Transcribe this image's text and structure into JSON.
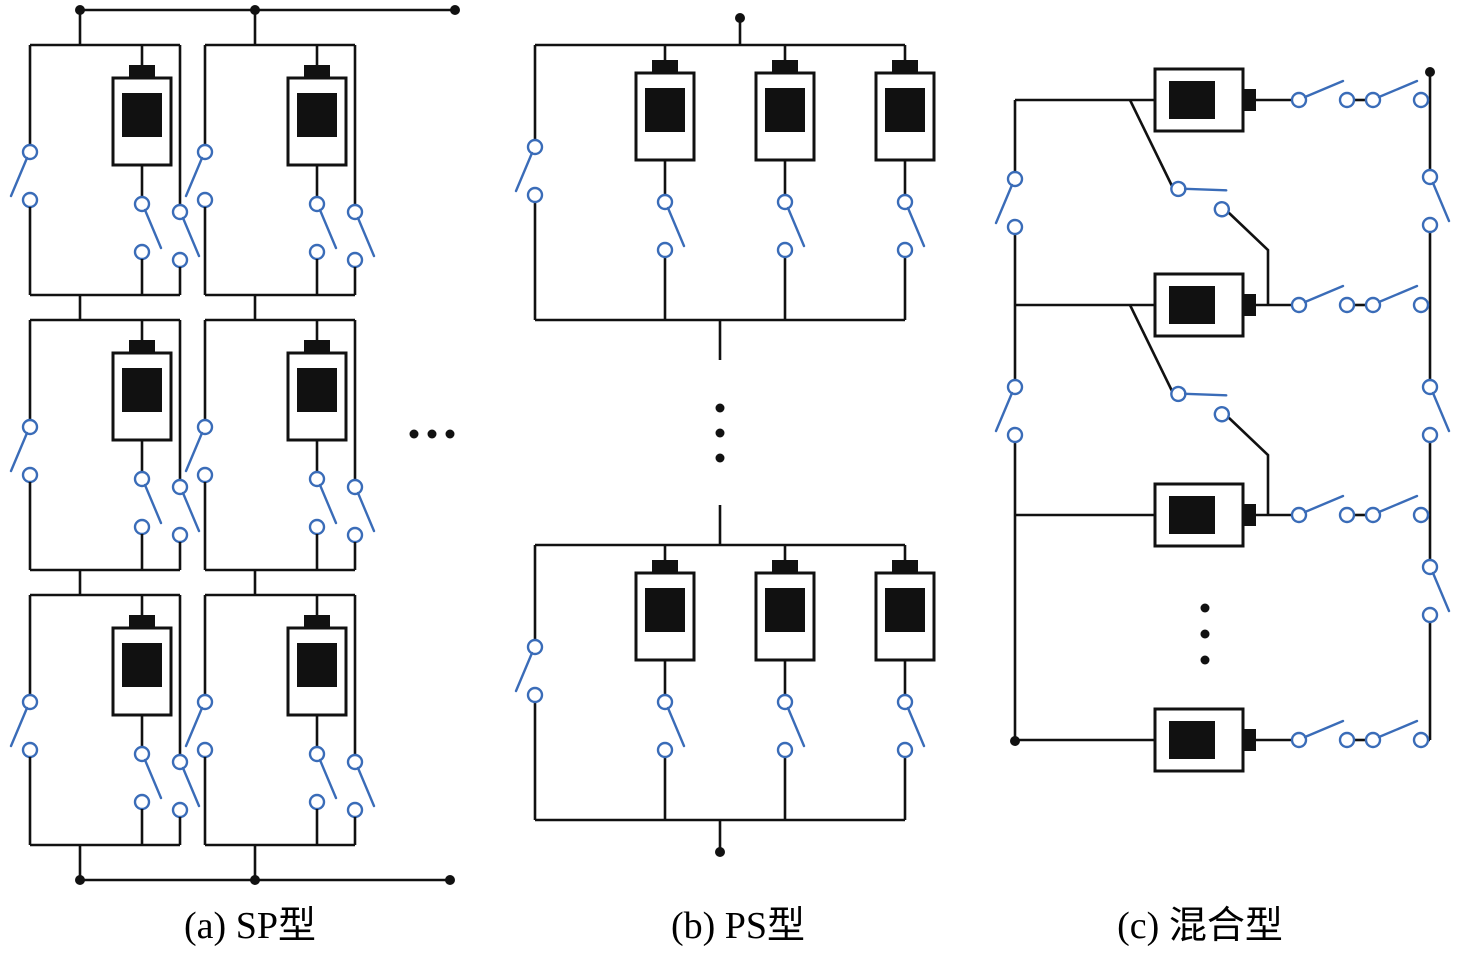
{
  "figure": {
    "captions": {
      "a": "(a) SP型",
      "b": "(b) PS型",
      "c": "(c) 混合型"
    },
    "colors": {
      "wire": "#111111",
      "switch": "#3a6cb8",
      "battery": "#111111",
      "background": "#ffffff",
      "text": "#000000"
    }
  }
}
